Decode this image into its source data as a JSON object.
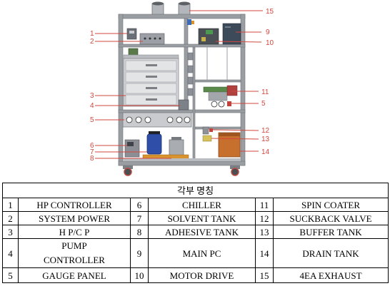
{
  "figure": {
    "callouts_left": [
      "1",
      "2",
      "3",
      "4",
      "5",
      "6",
      "7",
      "8"
    ],
    "callouts_right": [
      "15",
      "9",
      "10",
      "11",
      "5",
      "12",
      "13",
      "14"
    ]
  },
  "table": {
    "title": "각부 명칭",
    "rows": [
      [
        {
          "no": "1",
          "name": "HP CONTROLLER"
        },
        {
          "no": "6",
          "name": "CHILLER"
        },
        {
          "no": "11",
          "name": "SPIN COATER"
        }
      ],
      [
        {
          "no": "2",
          "name": "SYSTEM POWER"
        },
        {
          "no": "7",
          "name": "SOLVENT TANK"
        },
        {
          "no": "12",
          "name": "SUCKBACK VALVE"
        }
      ],
      [
        {
          "no": "3",
          "name": "H P/C P"
        },
        {
          "no": "8",
          "name": "ADHESIVE TANK"
        },
        {
          "no": "13",
          "name": "BUFFER TANK"
        }
      ],
      [
        {
          "no": "4",
          "name": "PUMP CONTROLLER"
        },
        {
          "no": "9",
          "name": "MAIN PC"
        },
        {
          "no": "14",
          "name": "DRAIN TANK"
        }
      ],
      [
        {
          "no": "5",
          "name": "GAUGE PANEL"
        },
        {
          "no": "10",
          "name": "MOTOR DRIVE"
        },
        {
          "no": "15",
          "name": "4EA EXHAUST"
        }
      ]
    ]
  },
  "colors": {
    "callout": "#d2473c",
    "frame": "#9a9ea3",
    "solvent_tank": "#2f4ea8",
    "drain_tank": "#c7702e"
  }
}
